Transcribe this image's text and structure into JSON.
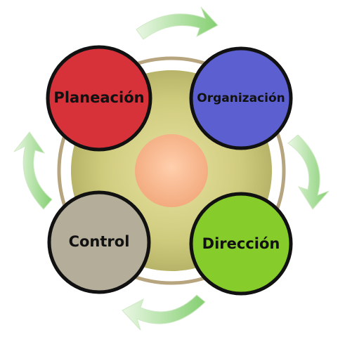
{
  "diagram": {
    "nodes": [
      {
        "id": "planeacion",
        "label": "Planeación",
        "color": "#d7323a"
      },
      {
        "id": "organizacion",
        "label": "Organización",
        "color": "#5b5fd0"
      },
      {
        "id": "direccion",
        "label": "Dirección",
        "color": "#86cc2a"
      },
      {
        "id": "control",
        "label": "Control",
        "color": "#b3ad9a"
      }
    ],
    "hub": {
      "outer_color": "#c9c77a",
      "inner_color": "#f8b98f",
      "ring_color": "#b9a67c"
    },
    "cycle_arrow_color": "#8fd57a"
  }
}
